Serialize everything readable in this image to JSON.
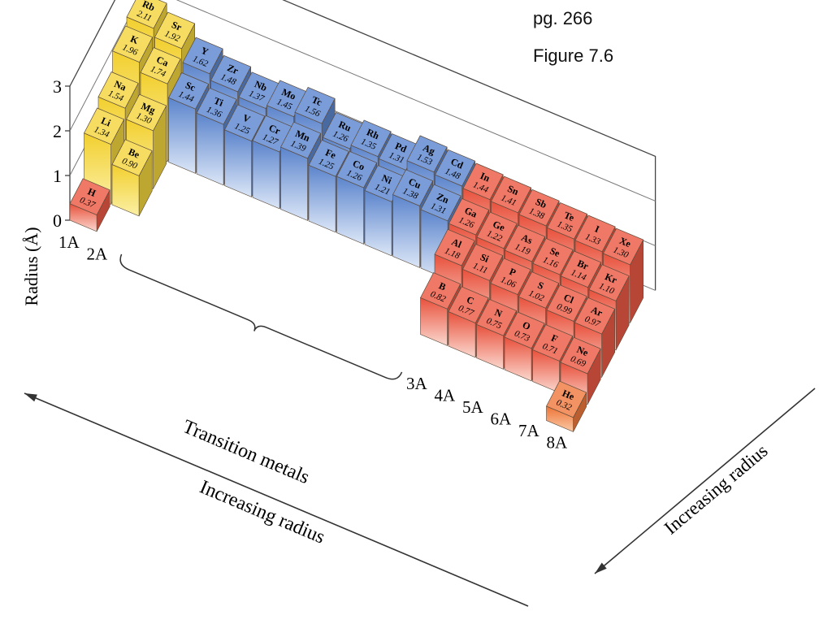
{
  "header": {
    "page": "pg. 266",
    "figure": "Figure 7.6"
  },
  "colors": {
    "s_block": "#f4d63e",
    "d_block": "#5d86cf",
    "p_block": "#ec5a45",
    "noble_he": "#f07a3f"
  },
  "chart_data": {
    "type": "bar",
    "ylabel": "Radius (Å)",
    "ylim": [
      0,
      3
    ],
    "yticks": [
      "0",
      "1",
      "2",
      "3"
    ],
    "group_labels": [
      "1A",
      "2A",
      "3A",
      "4A",
      "5A",
      "6A",
      "7A",
      "8A"
    ],
    "annotations": {
      "transition": "Transition metals",
      "across": "Increasing radius",
      "down": "Increasing radius"
    },
    "elements": [
      {
        "symbol": "H",
        "radius": "0.37",
        "value": 0.37,
        "col": 0,
        "row": 0,
        "block": "p"
      },
      {
        "symbol": "He",
        "radius": "0.32",
        "value": 0.32,
        "col": 17,
        "row": 0,
        "block": "he"
      },
      {
        "symbol": "Li",
        "radius": "1.34",
        "value": 1.34,
        "col": 0,
        "row": 1,
        "block": "s"
      },
      {
        "symbol": "Be",
        "radius": "0.90",
        "value": 0.9,
        "col": 1,
        "row": 1,
        "block": "s"
      },
      {
        "symbol": "B",
        "radius": "0.82",
        "value": 0.82,
        "col": 12,
        "row": 1,
        "block": "p"
      },
      {
        "symbol": "C",
        "radius": "0.77",
        "value": 0.77,
        "col": 13,
        "row": 1,
        "block": "p"
      },
      {
        "symbol": "N",
        "radius": "0.75",
        "value": 0.75,
        "col": 14,
        "row": 1,
        "block": "p"
      },
      {
        "symbol": "O",
        "radius": "0.73",
        "value": 0.73,
        "col": 15,
        "row": 1,
        "block": "p"
      },
      {
        "symbol": "F",
        "radius": "0.71",
        "value": 0.71,
        "col": 16,
        "row": 1,
        "block": "p"
      },
      {
        "symbol": "Ne",
        "radius": "0.69",
        "value": 0.69,
        "col": 17,
        "row": 1,
        "block": "p"
      },
      {
        "symbol": "Na",
        "radius": "1.54",
        "value": 1.54,
        "col": 0,
        "row": 2,
        "block": "s"
      },
      {
        "symbol": "Mg",
        "radius": "1.30",
        "value": 1.3,
        "col": 1,
        "row": 2,
        "block": "s"
      },
      {
        "symbol": "Al",
        "radius": "1.18",
        "value": 1.18,
        "col": 12,
        "row": 2,
        "block": "p"
      },
      {
        "symbol": "Si",
        "radius": "1.11",
        "value": 1.11,
        "col": 13,
        "row": 2,
        "block": "p"
      },
      {
        "symbol": "P",
        "radius": "1.06",
        "value": 1.06,
        "col": 14,
        "row": 2,
        "block": "p"
      },
      {
        "symbol": "S",
        "radius": "1.02",
        "value": 1.02,
        "col": 15,
        "row": 2,
        "block": "p"
      },
      {
        "symbol": "Cl",
        "radius": "0.99",
        "value": 0.99,
        "col": 16,
        "row": 2,
        "block": "p"
      },
      {
        "symbol": "Ar",
        "radius": "0.97",
        "value": 0.97,
        "col": 17,
        "row": 2,
        "block": "p"
      },
      {
        "symbol": "K",
        "radius": "1.96",
        "value": 1.96,
        "col": 0,
        "row": 3,
        "block": "s"
      },
      {
        "symbol": "Ca",
        "radius": "1.74",
        "value": 1.74,
        "col": 1,
        "row": 3,
        "block": "s"
      },
      {
        "symbol": "Sc",
        "radius": "1.44",
        "value": 1.44,
        "col": 2,
        "row": 3,
        "block": "d"
      },
      {
        "symbol": "Ti",
        "radius": "1.36",
        "value": 1.36,
        "col": 3,
        "row": 3,
        "block": "d"
      },
      {
        "symbol": "V",
        "radius": "1.25",
        "value": 1.25,
        "col": 4,
        "row": 3,
        "block": "d"
      },
      {
        "symbol": "Cr",
        "radius": "1.27",
        "value": 1.27,
        "col": 5,
        "row": 3,
        "block": "d"
      },
      {
        "symbol": "Mn",
        "radius": "1.39",
        "value": 1.39,
        "col": 6,
        "row": 3,
        "block": "d"
      },
      {
        "symbol": "Fe",
        "radius": "1.25",
        "value": 1.25,
        "col": 7,
        "row": 3,
        "block": "d"
      },
      {
        "symbol": "Co",
        "radius": "1.26",
        "value": 1.26,
        "col": 8,
        "row": 3,
        "block": "d"
      },
      {
        "symbol": "Ni",
        "radius": "1.21",
        "value": 1.21,
        "col": 9,
        "row": 3,
        "block": "d"
      },
      {
        "symbol": "Cu",
        "radius": "1.38",
        "value": 1.38,
        "col": 10,
        "row": 3,
        "block": "d"
      },
      {
        "symbol": "Zn",
        "radius": "1.31",
        "value": 1.31,
        "col": 11,
        "row": 3,
        "block": "d"
      },
      {
        "symbol": "Ga",
        "radius": "1.26",
        "value": 1.26,
        "col": 12,
        "row": 3,
        "block": "p"
      },
      {
        "symbol": "Ge",
        "radius": "1.22",
        "value": 1.22,
        "col": 13,
        "row": 3,
        "block": "p"
      },
      {
        "symbol": "As",
        "radius": "1.19",
        "value": 1.19,
        "col": 14,
        "row": 3,
        "block": "p"
      },
      {
        "symbol": "Se",
        "radius": "1.16",
        "value": 1.16,
        "col": 15,
        "row": 3,
        "block": "p"
      },
      {
        "symbol": "Br",
        "radius": "1.14",
        "value": 1.14,
        "col": 16,
        "row": 3,
        "block": "p"
      },
      {
        "symbol": "Kr",
        "radius": "1.10",
        "value": 1.1,
        "col": 17,
        "row": 3,
        "block": "p"
      },
      {
        "symbol": "Rb",
        "radius": "2.11",
        "value": 2.11,
        "col": 0,
        "row": 4,
        "block": "s"
      },
      {
        "symbol": "Sr",
        "radius": "1.92",
        "value": 1.92,
        "col": 1,
        "row": 4,
        "block": "s"
      },
      {
        "symbol": "Y",
        "radius": "1.62",
        "value": 1.62,
        "col": 2,
        "row": 4,
        "block": "d"
      },
      {
        "symbol": "Zr",
        "radius": "1.48",
        "value": 1.48,
        "col": 3,
        "row": 4,
        "block": "d"
      },
      {
        "symbol": "Nb",
        "radius": "1.37",
        "value": 1.37,
        "col": 4,
        "row": 4,
        "block": "d"
      },
      {
        "symbol": "Mo",
        "radius": "1.45",
        "value": 1.45,
        "col": 5,
        "row": 4,
        "block": "d"
      },
      {
        "symbol": "Tc",
        "radius": "1.56",
        "value": 1.56,
        "col": 6,
        "row": 4,
        "block": "d"
      },
      {
        "symbol": "Ru",
        "radius": "1.26",
        "value": 1.26,
        "col": 7,
        "row": 4,
        "block": "d"
      },
      {
        "symbol": "Rh",
        "radius": "1.35",
        "value": 1.35,
        "col": 8,
        "row": 4,
        "block": "d"
      },
      {
        "symbol": "Pd",
        "radius": "1.31",
        "value": 1.31,
        "col": 9,
        "row": 4,
        "block": "d"
      },
      {
        "symbol": "Ag",
        "radius": "1.53",
        "value": 1.53,
        "col": 10,
        "row": 4,
        "block": "d"
      },
      {
        "symbol": "Cd",
        "radius": "1.48",
        "value": 1.48,
        "col": 11,
        "row": 4,
        "block": "d"
      },
      {
        "symbol": "In",
        "radius": "1.44",
        "value": 1.44,
        "col": 12,
        "row": 4,
        "block": "p"
      },
      {
        "symbol": "Sn",
        "radius": "1.41",
        "value": 1.41,
        "col": 13,
        "row": 4,
        "block": "p"
      },
      {
        "symbol": "Sb",
        "radius": "1.38",
        "value": 1.38,
        "col": 14,
        "row": 4,
        "block": "p"
      },
      {
        "symbol": "Te",
        "radius": "1.35",
        "value": 1.35,
        "col": 15,
        "row": 4,
        "block": "p"
      },
      {
        "symbol": "I",
        "radius": "1.33",
        "value": 1.33,
        "col": 16,
        "row": 4,
        "block": "p"
      },
      {
        "symbol": "Xe",
        "radius": "1.30",
        "value": 1.3,
        "col": 17,
        "row": 4,
        "block": "p"
      }
    ]
  }
}
